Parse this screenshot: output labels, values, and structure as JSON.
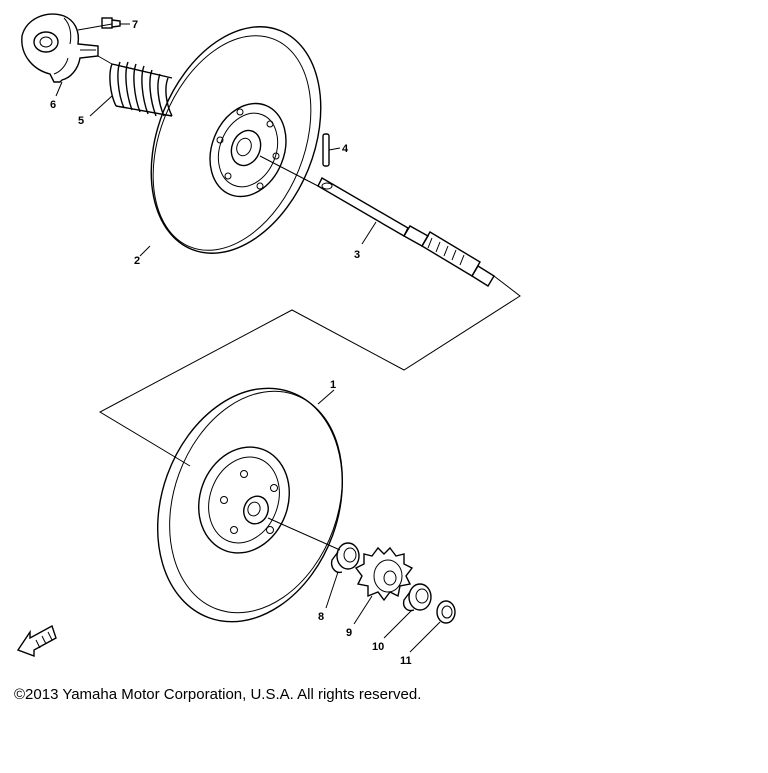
{
  "callouts": {
    "c1": "1",
    "c2": "2",
    "c3": "3",
    "c4": "4",
    "c5": "5",
    "c6": "6",
    "c7": "7",
    "c8": "8",
    "c9": "9",
    "c10": "10",
    "c11": "11"
  },
  "footer": {
    "copyright": "©2013 Yamaha Motor Corporation, U.S.A. All rights reserved."
  },
  "icons": {
    "front_arrow": "front-direction-arrow-icon"
  },
  "colors": {
    "ink": "#000000",
    "background": "#ffffff"
  }
}
